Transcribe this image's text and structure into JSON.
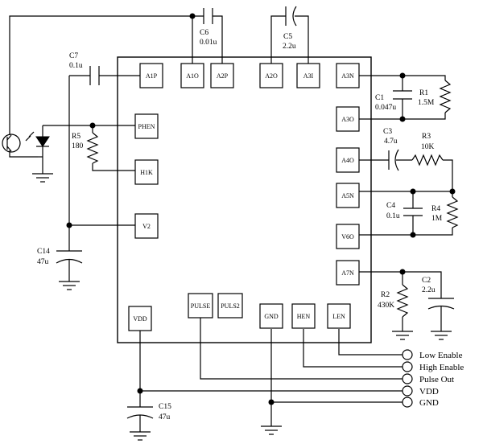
{
  "chip_pins": {
    "A1P": "A1P",
    "A1O": "A1O",
    "A2P": "A2P",
    "A2O": "A2O",
    "A3I": "A3I",
    "A3N": "A3N",
    "A3O": "A3O",
    "A4O": "A4O",
    "A5N": "A5N",
    "V6O": "V6O",
    "A7N": "A7N",
    "PHEN": "PHEN",
    "H1K": "H1K",
    "V2": "V2",
    "VDD": "VDD",
    "PULSE": "PULSE",
    "PULS2": "PULS2",
    "GND": "GND",
    "HEN": "HEN",
    "LEN": "LEN"
  },
  "components": {
    "C6": {
      "name": "C6",
      "value": "0.01u"
    },
    "C5": {
      "name": "C5",
      "value": "2.2u"
    },
    "C7": {
      "name": "C7",
      "value": "0.1u"
    },
    "R1": {
      "name": "R1",
      "value": "1.5M"
    },
    "C1": {
      "name": "C1",
      "value": "0.047u"
    },
    "C3": {
      "name": "C3",
      "value": "4.7u"
    },
    "R3": {
      "name": "R3",
      "value": "10K"
    },
    "R5": {
      "name": "R5",
      "value": "180"
    },
    "C4": {
      "name": "C4",
      "value": "0.1u"
    },
    "R4": {
      "name": "R4",
      "value": "1M"
    },
    "C14": {
      "name": "C14",
      "value": "47u"
    },
    "C2": {
      "name": "C2",
      "value": "2.2u"
    },
    "R2": {
      "name": "R2",
      "value": "430K"
    },
    "C15": {
      "name": "C15",
      "value": "47u"
    }
  },
  "connectors": {
    "low_enable": "Low Enable",
    "high_enable": "High Enable",
    "pulse_out": "Pulse Out",
    "vdd": "VDD",
    "gnd": "GND"
  }
}
